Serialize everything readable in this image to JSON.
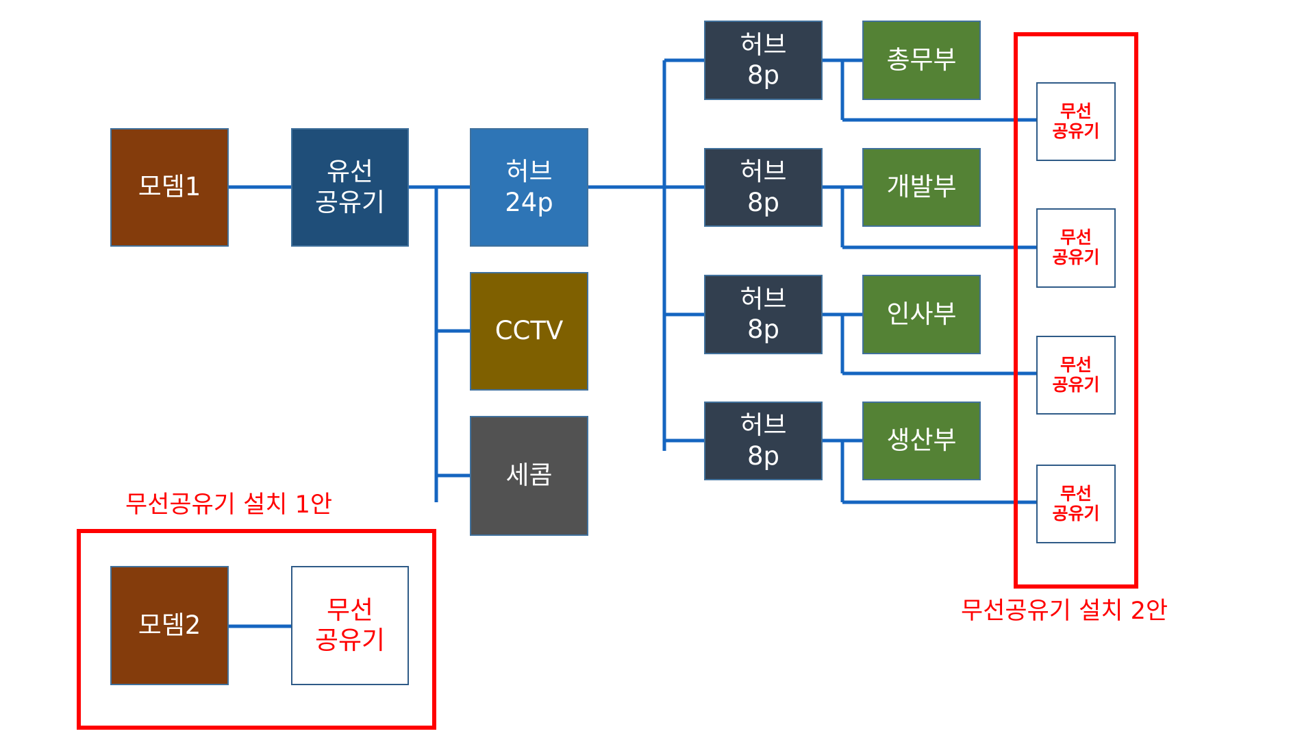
{
  "colors": {
    "modem": "#843C0C",
    "wired_router": "#1F4E79",
    "hub24": "#2E75B6",
    "cctv": "#7F6000",
    "secom": "#525252",
    "hub8": "#323F4F",
    "dept": "#548235",
    "line": "#1565C0",
    "highlight": "#FF0000"
  },
  "nodes": {
    "modem1": "모뎀1",
    "wired_router": [
      "유선",
      "공유기"
    ],
    "hub24": [
      "허브",
      "24p"
    ],
    "cctv": "CCTV",
    "secom": "세콤",
    "modem2": "모뎀2",
    "wireless_router_plan1": [
      "무선",
      "공유기"
    ]
  },
  "hubs8": [
    {
      "lines": [
        "허브",
        "8p"
      ],
      "dept": "총무부",
      "ap": [
        "무선",
        "공유기"
      ]
    },
    {
      "lines": [
        "허브",
        "8p"
      ],
      "dept": "개발부",
      "ap": [
        "무선",
        "공유기"
      ]
    },
    {
      "lines": [
        "허브",
        "8p"
      ],
      "dept": "인사부",
      "ap": [
        "무선",
        "공유기"
      ]
    },
    {
      "lines": [
        "허브",
        "8p"
      ],
      "dept": "생산부",
      "ap": [
        "무선",
        "공유기"
      ]
    }
  ],
  "captions": {
    "plan1": "무선공유기 설치 1안",
    "plan2": "무선공유기 설치 2안"
  }
}
